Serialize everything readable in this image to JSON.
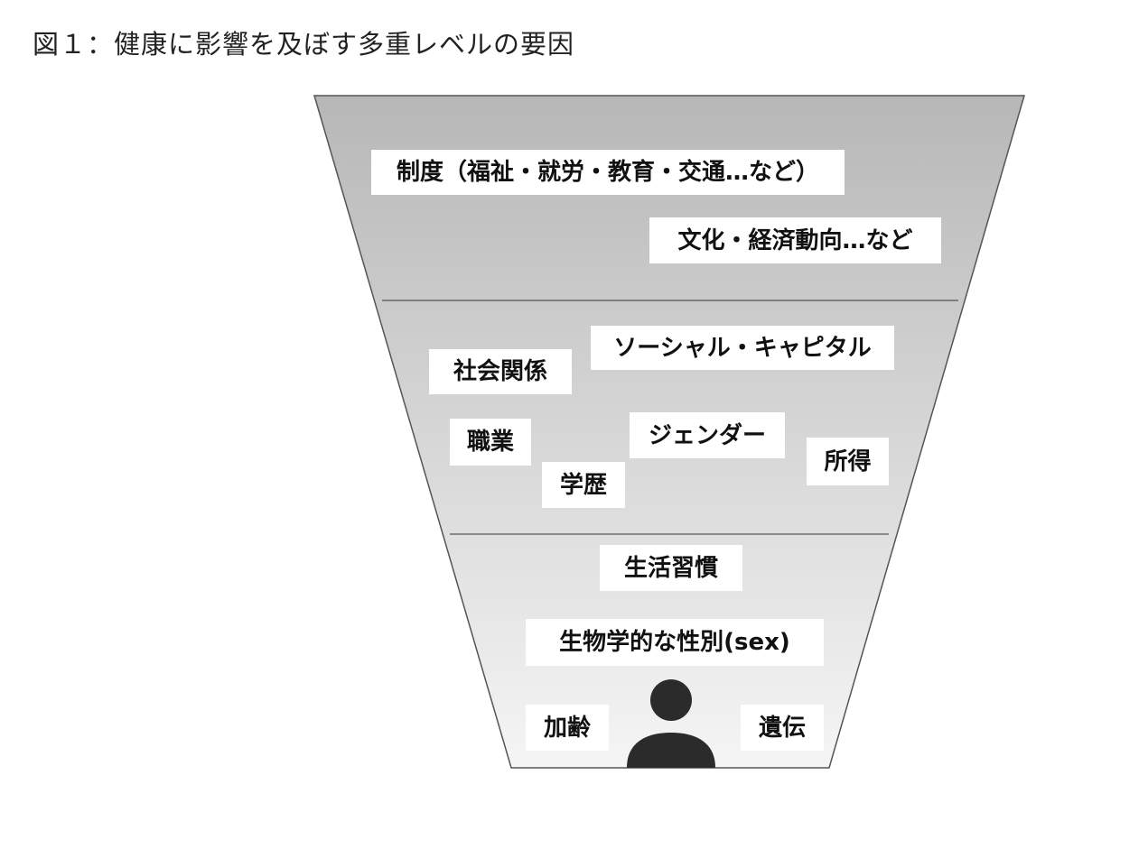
{
  "figure": {
    "title": "図１：健康に影響を及ぼす多重レベルの要因"
  },
  "levels": {
    "top": {
      "labels": [
        "制度（福祉・就労・教育・交通…など）",
        "文化・経済動向…など"
      ]
    },
    "middle": {
      "labels": [
        "ソーシャル・キャピタル",
        "社会関係",
        "職業",
        "ジェンダー",
        "所得",
        "学歴"
      ]
    },
    "bottom": {
      "labels": [
        "生活習慣",
        "生物学的な性別(sex)",
        "加齢",
        "遺伝"
      ]
    }
  },
  "icons": {
    "center": "person-icon"
  },
  "colors": {
    "funnel_top": "#b9b9b9",
    "funnel_bottom": "#f4f4f4",
    "outline": "#555555",
    "label_bg": "#ffffff",
    "icon": "#2b2b2b"
  }
}
